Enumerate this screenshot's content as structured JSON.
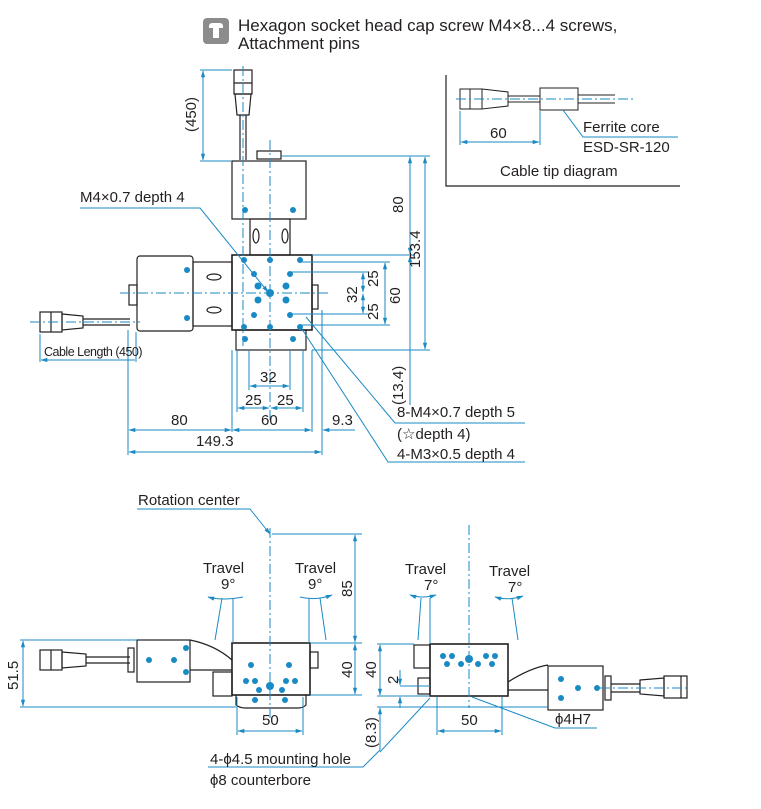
{
  "header": {
    "icon": "screw-icon",
    "line1": "Hexagon socket head cap screw M4×8...4 screws,",
    "line2": "Attachment pins"
  },
  "colors": {
    "outline": "#231f20",
    "dimension": "#1a8ac4",
    "icon_gray": "#8c8c8c"
  },
  "cable_tip": {
    "title": "Cable tip diagram",
    "dim_60": "60",
    "ferrite_label": "Ferrite core",
    "ferrite_model": "ESD-SR-120"
  },
  "top_view": {
    "cable_top_length": "(450)",
    "tap_top": "M4×0.7 depth 4",
    "cable_length": "Cable Length (450)",
    "right_dims": {
      "d80": "80",
      "d153_4": "153.4",
      "d25_upper": "25",
      "d32": "32",
      "d60": "60",
      "d25_lower": "25",
      "d13_4": "(13.4)"
    },
    "bottom_dims": {
      "d32": "32",
      "d25_left": "25",
      "d25_right": "25",
      "d80": "80",
      "d60": "60",
      "d9_3": "9.3",
      "d149_3": "149.3"
    },
    "callouts": {
      "holes_8": "8-M4×0.7 depth 5",
      "star_depth": "(☆depth 4)",
      "holes_4": "4-M3×0.5 depth 4"
    }
  },
  "front_view": {
    "rotation_center": "Rotation center",
    "travel_label": "Travel",
    "travel_left": "9°",
    "travel_right": "9°",
    "d85": "85",
    "d40": "40",
    "d51_5": "51.5",
    "d50": "50",
    "mounting_hole": "4-ϕ4.5 mounting hole",
    "counterbore": "ϕ8 counterbore"
  },
  "side_view": {
    "travel_label": "Travel",
    "travel_left": "7°",
    "travel_right": "7°",
    "d40": "40",
    "d2": "2",
    "d8_3": "(8.3)",
    "d50": "50",
    "pin_hole": "ϕ4H7"
  }
}
